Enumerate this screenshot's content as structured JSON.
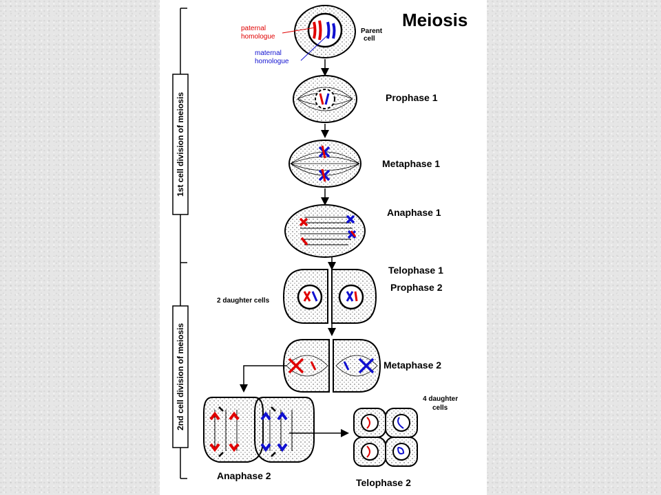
{
  "title": "Meiosis",
  "annotations": {
    "paternal_line1": "paternal",
    "paternal_line2": "homologue",
    "maternal_line1": "maternal",
    "maternal_line2": "homologue",
    "parent_line1": "Parent",
    "parent_line2": "cell",
    "two_daughters": "2 daughter cells",
    "four_daughters_line1": "4 daughter",
    "four_daughters_line2": "cells"
  },
  "stages": {
    "prophase1": "Prophase 1",
    "metaphase1": "Metaphase 1",
    "anaphase1": "Anaphase 1",
    "telophase1": "Telophase 1",
    "prophase2": "Prophase 2",
    "metaphase2": "Metaphase 2",
    "anaphase2": "Anaphase 2",
    "telophase2": "Telophase 2"
  },
  "divisions": {
    "first": "1st cell division of meiosis",
    "second": "2nd cell division of meiosis"
  },
  "colors": {
    "paternal": "#e00000",
    "maternal": "#1010d0",
    "outline": "#000000"
  }
}
